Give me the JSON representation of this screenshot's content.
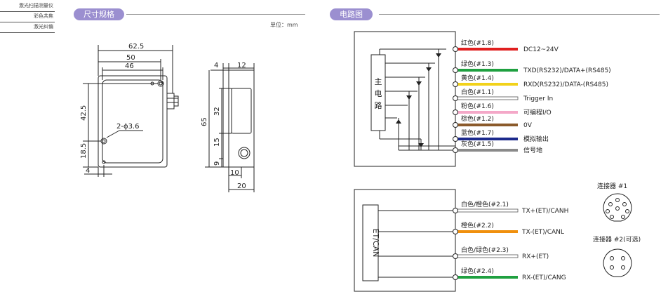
{
  "side_nav": {
    "items": [
      "激光扫描测量仪",
      "彩色共焦",
      "激光纠偏"
    ]
  },
  "dimensions": {
    "title": "尺寸规格",
    "unit": "单位：mm",
    "front_view": {
      "width_outer": "62.5",
      "width_mid": "50",
      "width_inner": "46",
      "height_holes": "42.5",
      "height_bottom": "18.5",
      "hole_spec": "2-ϕ3.6",
      "hole_offset": "4"
    },
    "side_view": {
      "top_left": "4",
      "top_right": "12",
      "height_total": "65",
      "height_window": "32",
      "height_lens": "15",
      "height_bottom": "9",
      "bottom_lens": "10",
      "bottom_total": "20"
    }
  },
  "circuit": {
    "title": "电路图",
    "main_label": [
      "主",
      "电",
      "路"
    ],
    "wires1": [
      {
        "color_label": "红色(#1.8)",
        "signal": "DC12~24V",
        "color": "#e02020"
      },
      {
        "color_label": "绿色(#1.3)",
        "signal": "TXD(RS232)/DATA+(RS485)",
        "color": "#1fa040"
      },
      {
        "color_label": "黄色(#1.4)",
        "signal": "RXD(RS232)/DATA-(RS485)",
        "color": "#f2d21a"
      },
      {
        "color_label": "白色(#1.1)",
        "signal": "Trigger In",
        "color": "#ffffff"
      },
      {
        "color_label": "粉色(#1.6)",
        "signal": "可编程I/O",
        "color": "#f4a8c8"
      },
      {
        "color_label": "棕色(#1.2)",
        "signal": "0V",
        "color": "#8b5a2b"
      },
      {
        "color_label": "蓝色(#1.7)",
        "signal": "模拟输出",
        "color": "#1c2a8c"
      },
      {
        "color_label": "灰色(#1.5)",
        "signal": "信号地",
        "color": "#8a8a8a"
      }
    ],
    "can_label": "ET/CAN",
    "wires2": [
      {
        "color_label": "白色/橙色(#2.1)",
        "signal": "TX+(ET)/CANH",
        "color": "#ffffff"
      },
      {
        "color_label": "橙色(#2.2)",
        "signal": "TX-(ET)/CANL",
        "color": "#f0900e"
      },
      {
        "color_label": "白色/绿色(#2.3)",
        "signal": "RX+(ET)",
        "color": "#ffffff"
      },
      {
        "color_label": "绿色(#2.4)",
        "signal": "RX-(ET)/CANG",
        "color": "#1fa040"
      }
    ],
    "connector1_label": "连接器 #1",
    "connector2_label": "连接器 #2(可选)"
  }
}
